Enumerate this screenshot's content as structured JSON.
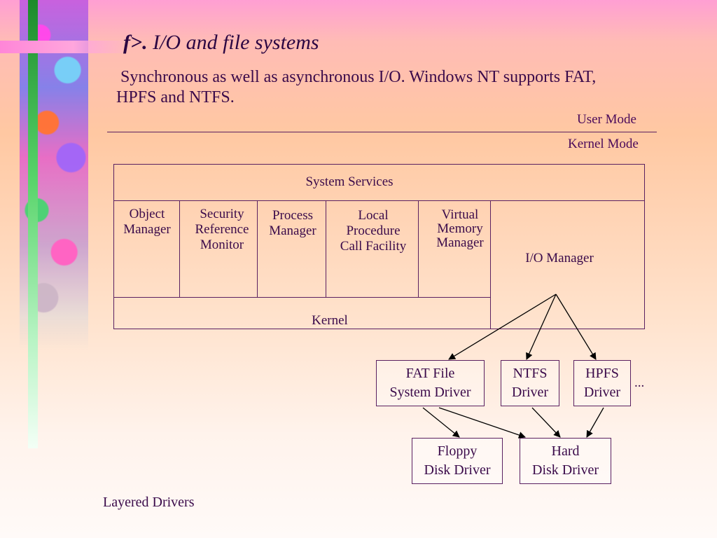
{
  "slide": {
    "title_prefix": "f>.",
    "title": "I/O and file systems",
    "subtitle_line1": "Synchronous as well as asynchronous I/O. Windows NT supports FAT,",
    "subtitle_line2": "HPFS and NTFS."
  },
  "modes": {
    "user": "User Mode",
    "kernel": "Kernel Mode"
  },
  "architecture": {
    "system_services": "System Services",
    "kernel": "Kernel",
    "io_manager": "I/O Manager",
    "components": [
      {
        "lines": [
          "Object",
          "Manager"
        ]
      },
      {
        "lines": [
          "Security",
          "Reference",
          "Monitor"
        ]
      },
      {
        "lines": [
          "Process",
          "Manager"
        ]
      },
      {
        "lines": [
          "Local",
          "Procedure",
          "Call Facility"
        ]
      },
      {
        "lines": [
          "Virtual",
          "Memory",
          "Manager"
        ]
      }
    ]
  },
  "drivers": {
    "fat": [
      "FAT File",
      "System Driver"
    ],
    "ntfs": [
      "NTFS",
      "Driver"
    ],
    "hpfs": [
      "HPFS",
      "Driver"
    ],
    "ellipsis": "...",
    "floppy": [
      "Floppy",
      "Disk Driver"
    ],
    "hard": [
      "Hard",
      "Disk Driver"
    ]
  },
  "footer": "Layered Drivers"
}
